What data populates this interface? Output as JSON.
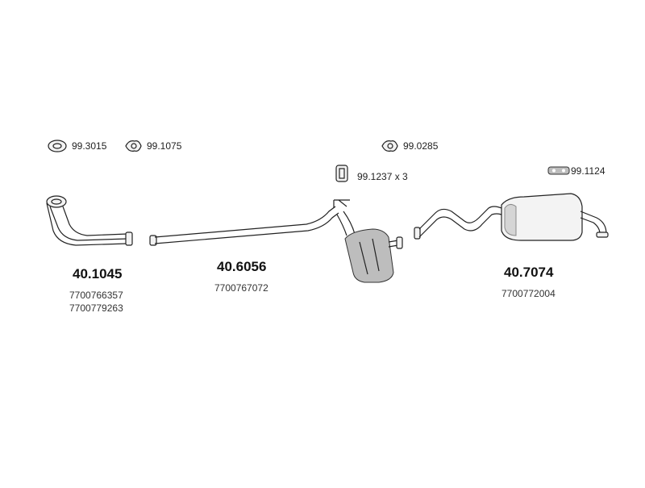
{
  "accessories": [
    {
      "code": "99.3015",
      "icon": "gasket-ring-icon"
    },
    {
      "code": "99.1075",
      "icon": "flange-gasket-icon"
    },
    {
      "code": "99.0285",
      "icon": "mounting-ring-icon"
    },
    {
      "code": "99.1237 x 3",
      "icon": "clamp-icon"
    },
    {
      "code": "99.1124",
      "icon": "rubber-hanger-icon"
    }
  ],
  "parts": [
    {
      "number": "40.1045",
      "oem_numbers": [
        "7700766357",
        "7700779263"
      ]
    },
    {
      "number": "40.6056",
      "oem_numbers": [
        "7700767072"
      ]
    },
    {
      "number": "40.7074",
      "oem_numbers": [
        "7700772004"
      ]
    }
  ]
}
